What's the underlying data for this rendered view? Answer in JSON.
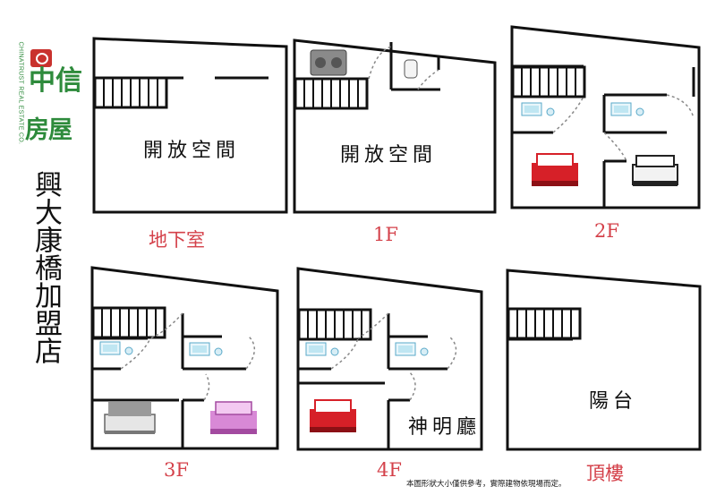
{
  "brand": {
    "name_line1": "中信",
    "name_line2": "房屋",
    "name_en": "CHINATRUST REAL ESTATE CO."
  },
  "store_name": "興大康橋加盟店",
  "floors": [
    {
      "label": "地下室",
      "room": "開放空間"
    },
    {
      "label": "1F",
      "room": "開放空間"
    },
    {
      "label": "2F",
      "room": ""
    },
    {
      "label": "3F",
      "room": ""
    },
    {
      "label": "4F",
      "room": "神明廳"
    },
    {
      "label": "頂樓",
      "room": "陽台"
    }
  ],
  "disclaimer": "本圖形狀大小僅供參考，實際建物依現場而定。",
  "colors": {
    "brand_green": "#2e8b3c",
    "logo_red": "#c9322e",
    "floor_label": "#d4414a"
  }
}
